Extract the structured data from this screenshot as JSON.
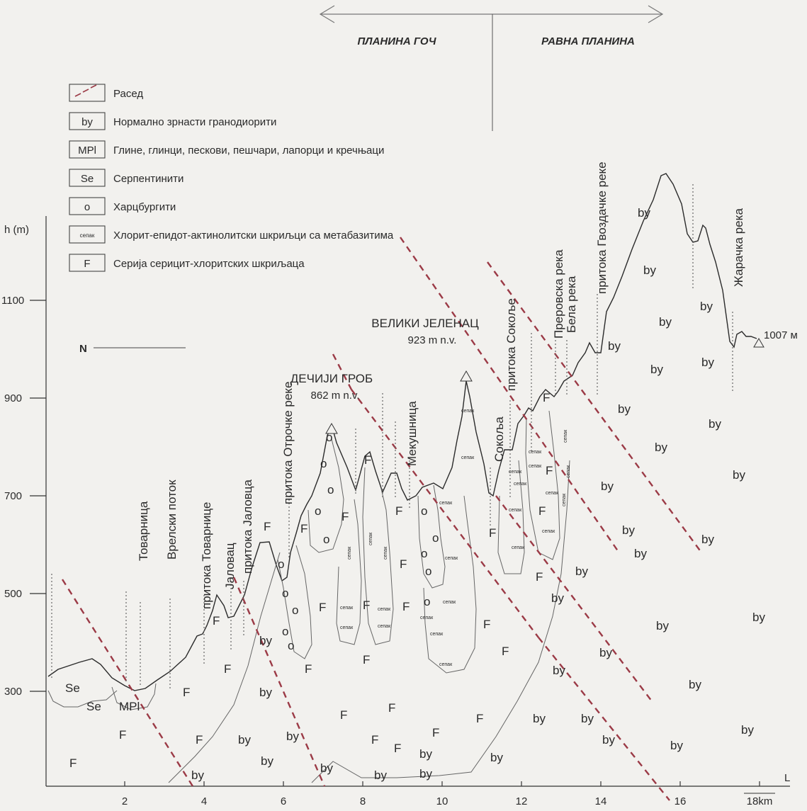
{
  "header": {
    "left_region": "ПЛАНИНА ГОЧ",
    "right_region": "РАВНА ПЛАНИНА"
  },
  "legend": [
    {
      "symbol": "",
      "label": "Расед"
    },
    {
      "symbol": "by",
      "label": "Нормално зрнасти гранодиорити"
    },
    {
      "symbol": "MPl",
      "label": "Глине, глинци, пескови, пешчари, лапорци и кречњаци"
    },
    {
      "symbol": "Se",
      "label": "Серпентинити"
    },
    {
      "symbol": "o",
      "label": "Харцбургити"
    },
    {
      "symbol": "сепак",
      "label": "Хлорит-епидот-актинолитски шкриљци са метабазитима"
    },
    {
      "symbol": "F",
      "label": "Серија серицит-хлоритских шкриљаца"
    }
  ],
  "axes": {
    "y_title": "h (m)",
    "y_ticks": [
      "1100",
      "900",
      "700",
      "500",
      "300"
    ],
    "x_title": "L",
    "x_ticks": [
      "2",
      "4",
      "6",
      "8",
      "10",
      "12",
      "14",
      "16",
      "18km"
    ]
  },
  "north": "N",
  "peaks": {
    "decji_name": "ДЕЧИЈИ ГРОБ",
    "decji_elev": "862 m n.v.",
    "veliki_name": "ВЕЛИКИ ЈЕЛЕНАЦ",
    "veliki_elev": "923 m n.v.",
    "end_elev": "1007 м"
  },
  "streams": [
    "Товарница",
    "Врелски поток",
    "притока Товарнице",
    "Јаловац",
    "притока Јаловца",
    "притока Отрочке реке",
    "Мекушница",
    "Сокоља",
    "притока Сокоље",
    "Преровска река",
    "Бела река",
    "притока Гвоздачке реке",
    "Жарачка река"
  ],
  "map_symbols": {
    "se": "Se",
    "mpl": "MPl",
    "f": "F",
    "by": "by",
    "o": "o",
    "sepak": "сепак"
  },
  "colors": {
    "fault": "#9b3a46",
    "line": "#2b2b2b",
    "background": "#f2f1ee"
  }
}
